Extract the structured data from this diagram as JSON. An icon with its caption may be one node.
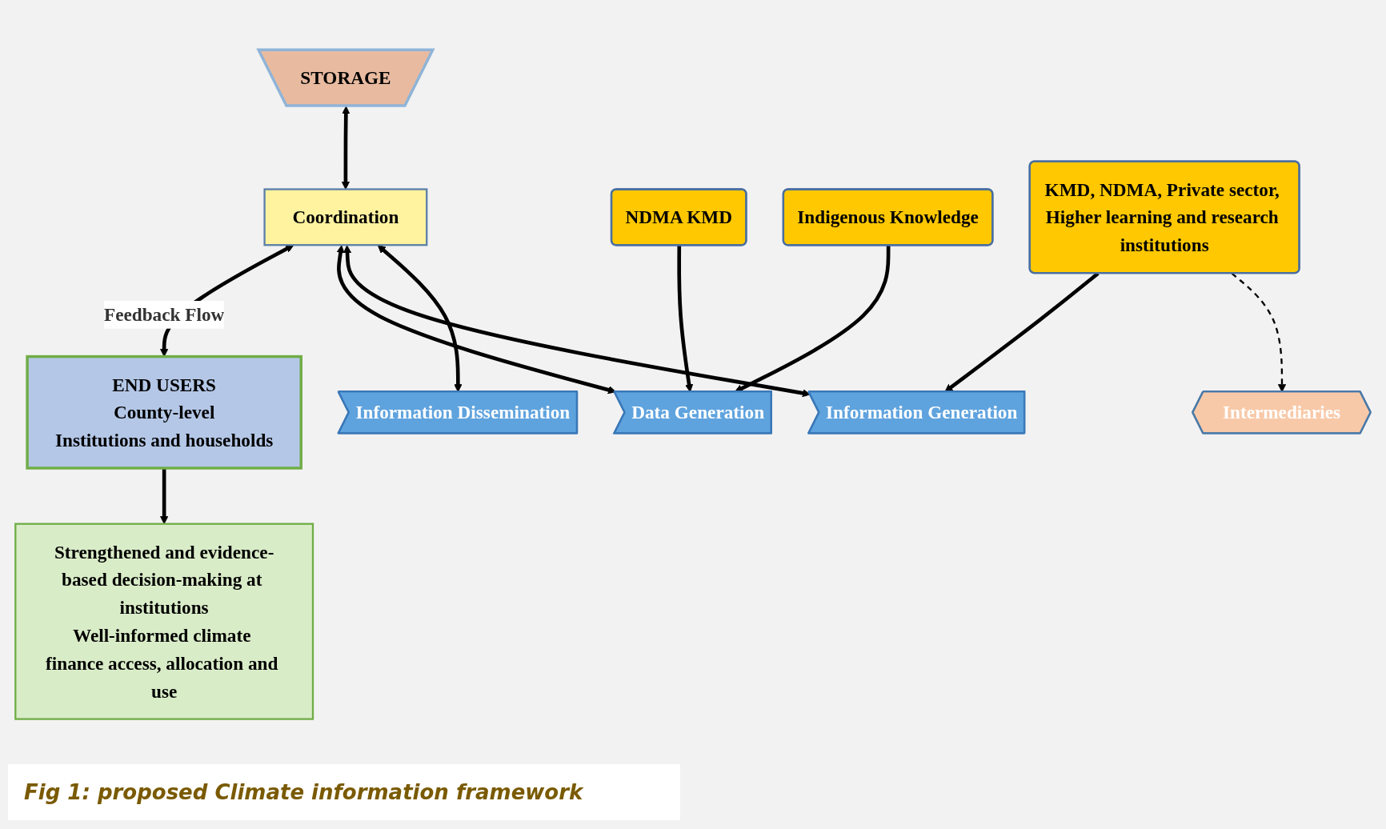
{
  "diagram": {
    "caption": "Fig 1: proposed Climate information framework",
    "nodes": [
      {
        "text": [
          "STORAGE"
        ]
      },
      {
        "text": [
          "Coordination"
        ]
      },
      {
        "text": [
          "Data Generation"
        ]
      },
      {
        "text": [
          "Information Generation"
        ]
      },
      {
        "text": [
          "Information Dissemination"
        ]
      },
      {
        "text": [
          "Intermediaries"
        ]
      },
      {
        "text": [
          "END USERS",
          "County-level",
          "Institutions and households"
        ]
      },
      {
        "text": [
          "NDMA KMD"
        ]
      },
      {
        "text": [
          "Indigenous Knowledge"
        ]
      },
      {
        "text": [
          "KMD, NDMA, Private sector, Higher learning and research institutions"
        ]
      },
      {
        "text": [
          "Strengthened and evidence-based decision-making at institutions",
          "Well-informed climate finance access, allocation and use"
        ]
      }
    ],
    "edges": [
      {
        "from": 0,
        "to": 1,
        "arrow": "both"
      },
      {
        "from": 1,
        "to": 6,
        "arrow": "both",
        "label": "Feedback Flow"
      },
      {
        "from": 1,
        "to": 2,
        "arrow": "both"
      },
      {
        "from": 1,
        "to": 3,
        "arrow": "both"
      },
      {
        "from": 1,
        "to": 4,
        "arrow": "both"
      },
      {
        "from": 7,
        "to": 2,
        "arrow": "to"
      },
      {
        "from": 8,
        "to": 2,
        "arrow": "to"
      },
      {
        "from": 9,
        "to": 3,
        "arrow": "to"
      },
      {
        "from": 9,
        "to": 5,
        "arrow": "to",
        "style": "dashed"
      },
      {
        "from": 6,
        "to": 10,
        "arrow": "to"
      }
    ]
  }
}
